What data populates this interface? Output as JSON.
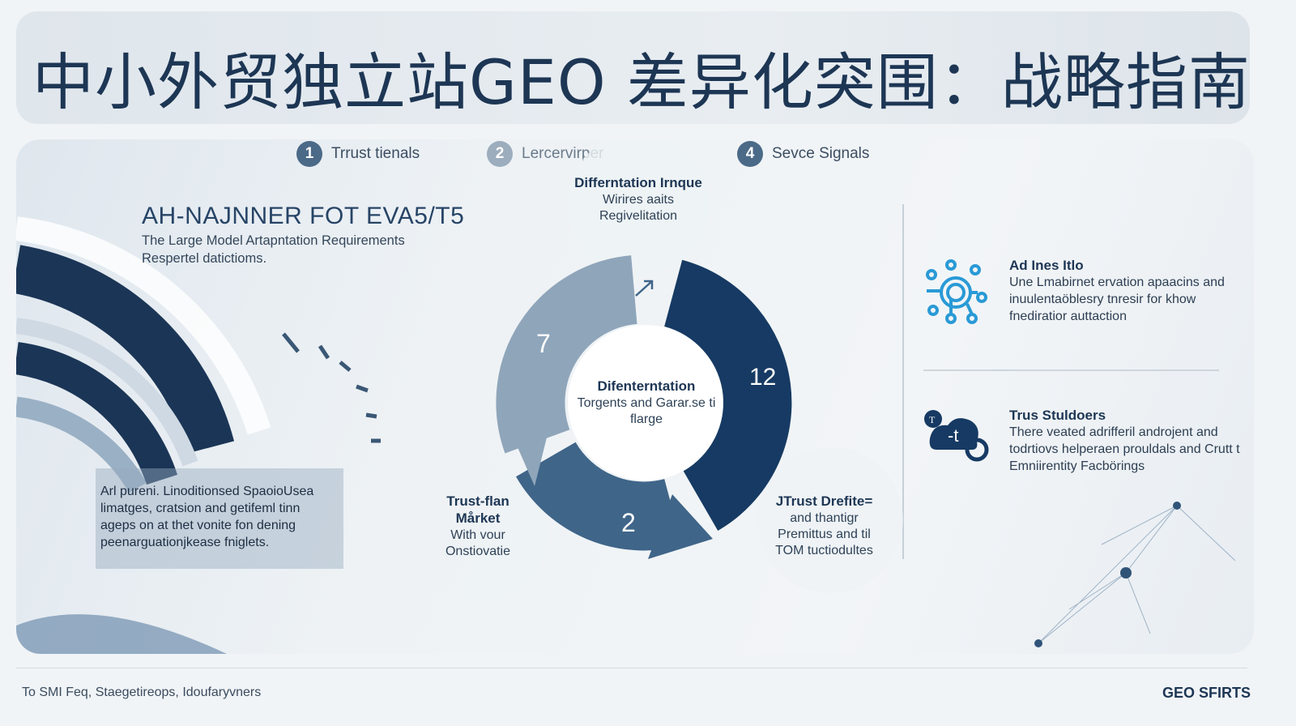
{
  "title": "中小外贸独立站GEO 差异化突围：战略指南",
  "steps": [
    {
      "num": "1",
      "label": "Trrust tienals"
    },
    {
      "num": "2",
      "label": "Lercervirper"
    },
    {
      "num": "4",
      "label": "Sevce Signals"
    }
  ],
  "intro": {
    "heading": "AH-NAJNNER FOT EVA5/T5",
    "text": "The Large Model Artapntation Requirements Respertel datictioms."
  },
  "left_note": "Arl pureni. Linoditionsed SpaoioUsea limatges, cratsion and getifeml tinn ageps on at thet vonite fon dening peenarguationjkease fniglets.",
  "cycle": {
    "top": {
      "title": "Differntation Irnque",
      "text": "Wirires aaits Regivelitation"
    },
    "center": {
      "title": "Difenterntation",
      "text": "Torgents and Garar.se ti flarge"
    },
    "bottom_left": {
      "title": "Trust-flan Mårket",
      "text": "With vour Onstiovatie"
    },
    "bottom_right": {
      "title": "JTrust Drefite=",
      "text": "and thantigr Premittus and til TOM tuctiodultes"
    },
    "numbers": [
      "7",
      "12",
      "2"
    ],
    "colors": {
      "light": "#8fa5ba",
      "dark": "#163a63",
      "mid": "#3f6589",
      "pale": "#b9cddd"
    }
  },
  "right": [
    {
      "icon": "network-icon",
      "title": "Ad Ines Itlo",
      "text": "Une Lmabirnet ervation apaacins and inuulentaöblesry tnresir for khow fnediratior auttaction"
    },
    {
      "icon": "cloud-gear-icon",
      "title": "Trus Stuldoers",
      "text": "There veated adrifferil androjent and todrtiovs helperaen prouldals and Crutt t Emniirentity Facbörings"
    }
  ],
  "footer": {
    "text": "To SMI Feq, Staegetireops, Idoufaryvners",
    "brand": "GEO SFIRTS"
  }
}
